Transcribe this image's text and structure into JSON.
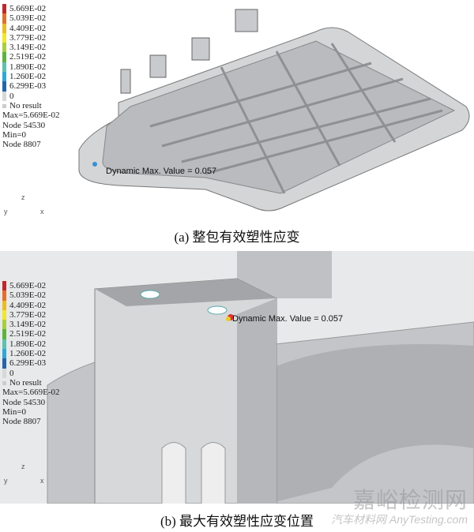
{
  "legend": {
    "values": [
      "5.669E-02",
      "5.039E-02",
      "4.409E-02",
      "3.779E-02",
      "3.149E-02",
      "2.519E-02",
      "1.890E-02",
      "1.260E-02",
      "6.299E-03",
      "0"
    ],
    "colors": [
      "#c0282a",
      "#e3702a",
      "#eebb22",
      "#f2e82a",
      "#a8cf3a",
      "#5cb53c",
      "#5ec2b0",
      "#2fa8d8",
      "#2364ad",
      "#d8d8d8"
    ],
    "no_result": "No result",
    "max": "Max=5.669E-02",
    "max_node": "Node 54530",
    "min": "Min=0",
    "min_node": "Node 8807"
  },
  "panel_a": {
    "dynamic_label": "Dynamic Max. Value =  0.057",
    "caption": "(a)  整包有效塑性应变",
    "axes": {
      "z": "z",
      "y": "y",
      "x": "x"
    }
  },
  "panel_b": {
    "dynamic_label": "Dynamic Max. Value =  0.057",
    "caption": "(b)  最大有效塑性应变位置",
    "axes": {
      "z": "z",
      "y": "y",
      "x": "x"
    }
  },
  "watermark": {
    "line1": "嘉峪检测网",
    "line2": "AnyTesting.com",
    "line3": "汽车材料网"
  }
}
